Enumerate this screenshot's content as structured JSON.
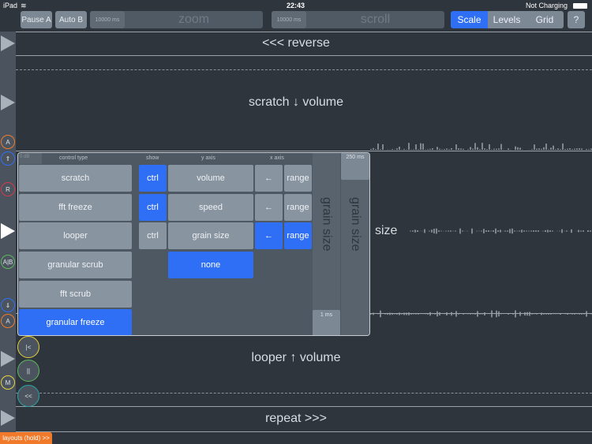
{
  "status": {
    "device": "iPad",
    "time": "22:43",
    "battery": "Not Charging"
  },
  "toolbar": {
    "pause": "Pause A",
    "auto": "Auto B",
    "zoom_value": "10000 ms",
    "zoom_label": "zoom",
    "scroll_value": "10000 ms",
    "scroll_label": "scroll",
    "modes": [
      "Scale",
      "Levels",
      "Grid"
    ],
    "active_mode": "Scale",
    "help": "?"
  },
  "lanes": {
    "reverse": "<<< reverse",
    "scratch": "scratch ↓ volume",
    "grain": "size",
    "looper": "looper ↑ volume",
    "repeat": "repeat >>>"
  },
  "sidebar": {
    "a1": "A",
    "up": "⇑",
    "r": "R",
    "ab": "A|B",
    "down": "⇓",
    "a2": "A",
    "m": "M",
    "start": "|<",
    "pause": "||",
    "rewind": "<<"
  },
  "panel": {
    "headers": {
      "db": "0 dB",
      "control": "control type",
      "show": "show",
      "y": "y axis",
      "x": "x axis"
    },
    "control_types": [
      "scratch",
      "fft freeze",
      "looper",
      "granular scrub",
      "fft scrub",
      "granular freeze"
    ],
    "active_control": "granular freeze",
    "rows": [
      {
        "show": "ctrl",
        "show_on": true,
        "y": "volume",
        "arrow": "←",
        "range": "range",
        "x_on": false
      },
      {
        "show": "ctrl",
        "show_on": true,
        "y": "speed",
        "arrow": "←",
        "range": "range",
        "x_on": false
      },
      {
        "show": "ctrl",
        "show_on": false,
        "y": "grain size",
        "arrow": "←",
        "range": "range",
        "x_on": true
      }
    ],
    "y_none": "none",
    "slider1": {
      "label": "grain size",
      "value": "1 ms"
    },
    "slider2": {
      "label": "grain size",
      "value": "250 ms"
    }
  },
  "layouts": "layouts (hold) >>",
  "colors": {
    "accent": "#2f6ff5",
    "orange": "#f07a2a"
  }
}
